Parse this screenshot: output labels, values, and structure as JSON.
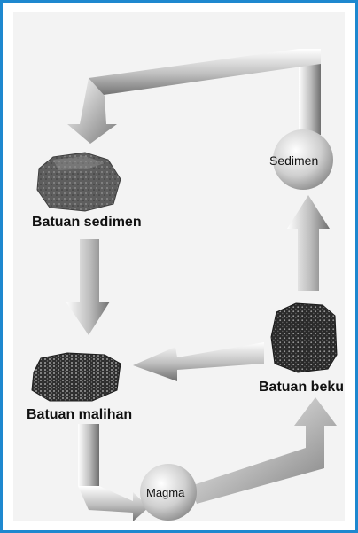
{
  "diagram": {
    "labels": {
      "sedimen": "Sedimen",
      "batuan_sedimen": "Batuan sedimen",
      "batuan_malihan": "Batuan malihan",
      "batuan_beku": "Batuan beku",
      "magma": "Magma"
    },
    "colors": {
      "frame_border": "#1e88cf",
      "panel_background": "#f3f3f3",
      "arrow_light": "#ffffff",
      "arrow_dark": "#6f6f6f",
      "circle_fill": "#d4d4d4"
    },
    "icons": [
      "rock-sedimentary-icon",
      "rock-metamorphic-icon",
      "rock-igneous-icon"
    ]
  }
}
